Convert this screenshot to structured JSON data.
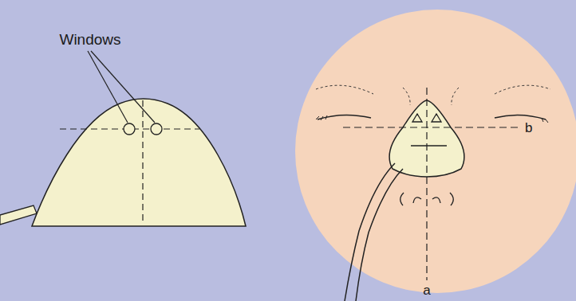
{
  "diagram": {
    "labels": [
      "Windows",
      "b",
      "a"
    ]
  }
}
